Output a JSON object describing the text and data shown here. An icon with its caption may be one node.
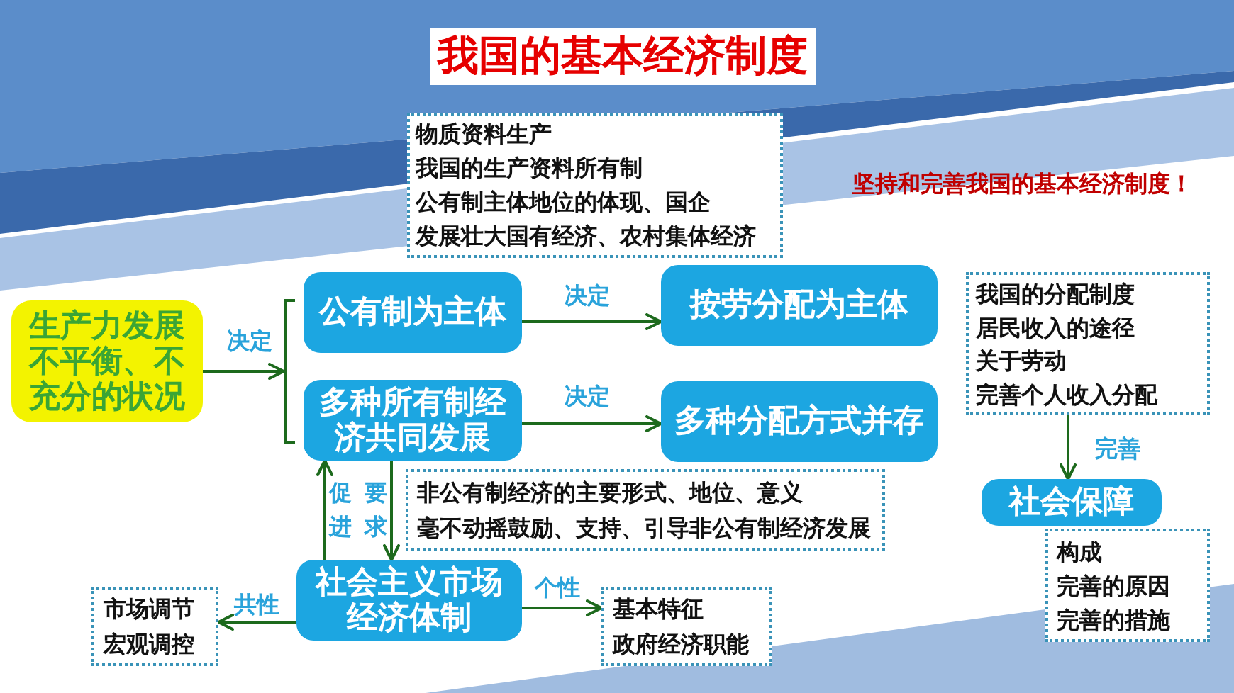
{
  "diagram": {
    "title": "我国的基本经济制度",
    "nodes": [
      {
        "text": [
          "物质资料生产",
          "我国的生产资料所有制",
          "公有制主体地位的体现、国企",
          "发展壮大国有经济、农村集体经济"
        ]
      },
      {
        "text": [
          "生产力发展不平衡、不充分的状况"
        ]
      },
      {
        "text": [],
        "shape": "bracket"
      },
      {
        "text": [
          "公有制为主体"
        ]
      },
      {
        "text": [
          "按劳分配为主体"
        ]
      },
      {
        "text": [
          "我国的分配制度",
          "居民收入的途径",
          "关于劳动",
          "完善个人收入分配"
        ]
      },
      {
        "text": [
          "多种所有制经济共同发展"
        ]
      },
      {
        "text": [
          "多种分配方式并存"
        ]
      },
      {
        "text": [
          "社会保障"
        ]
      },
      {
        "text": [
          "非公有制经济的主要形式、地位、意义",
          "毫不动摇鼓励、支持、引导非公有制经济发展"
        ]
      },
      {
        "text": [
          "构成",
          "完善的原因",
          "完善的措施"
        ]
      },
      {
        "text": [
          "社会主义市场经济体制"
        ]
      },
      {
        "text": [
          "市场调节",
          "宏观调控"
        ]
      },
      {
        "text": [
          "基本特征",
          "政府经济职能"
        ]
      }
    ],
    "edges": [
      {
        "from": 1,
        "to": 2,
        "arrow": "to",
        "label": "决定"
      },
      {
        "from": 3,
        "to": 4,
        "arrow": "to",
        "label": "决定"
      },
      {
        "from": 6,
        "to": 7,
        "arrow": "to",
        "label": "决定"
      },
      {
        "from": 11,
        "to": 6,
        "arrow": "to",
        "label": "促进"
      },
      {
        "from": 6,
        "to": 11,
        "arrow": "to",
        "label": "要求"
      },
      {
        "from": 11,
        "to": 12,
        "arrow": "to",
        "label": "共性"
      },
      {
        "from": 11,
        "to": 13,
        "arrow": "to",
        "label": "个性"
      },
      {
        "from": 5,
        "to": 8,
        "arrow": "to",
        "label": "完善"
      }
    ],
    "labels": [
      "坚持和完善我国的基本经济制度！"
    ]
  }
}
